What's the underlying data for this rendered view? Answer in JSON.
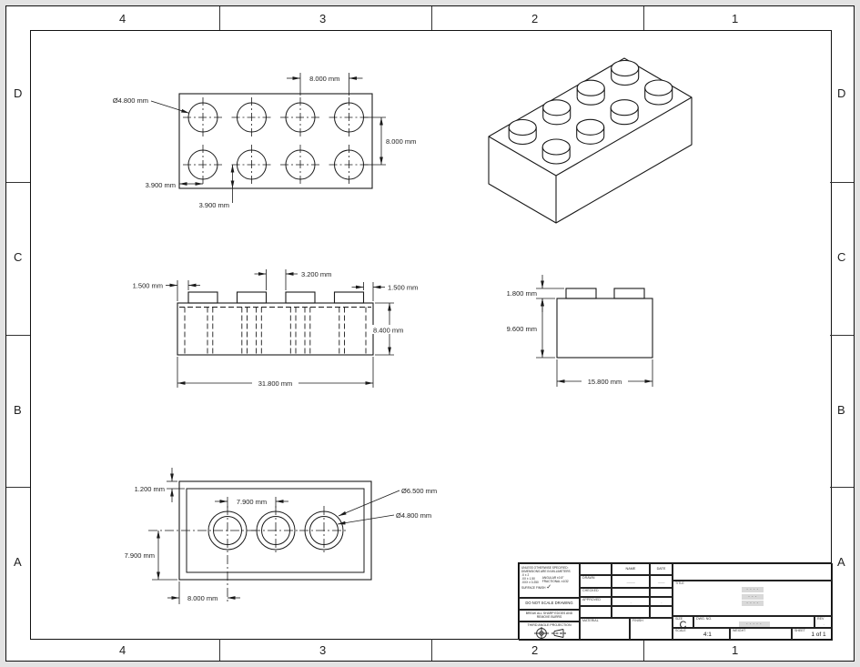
{
  "zones": {
    "cols": [
      "4",
      "3",
      "2",
      "1"
    ],
    "rows": [
      "D",
      "C",
      "B",
      "A"
    ]
  },
  "views": {
    "top": {
      "dims": {
        "stud_dia": "Ø4.800 mm",
        "pitch_x": "8.000 mm",
        "pitch_y": "8.000 mm",
        "edge_x": "3.900 mm",
        "edge_y": "3.900 mm"
      }
    },
    "front": {
      "dims": {
        "stud_offset_left": "1.500 mm",
        "stud_gap": "3.200 mm",
        "stud_offset_right": "1.500 mm",
        "body_height": "8.400 mm",
        "length": "31.800 mm"
      }
    },
    "side": {
      "dims": {
        "stud_height": "1.800 mm",
        "body_height": "9.600 mm",
        "width": "15.800 mm"
      }
    },
    "bottom": {
      "dims": {
        "wall": "1.200 mm",
        "tube_pitch": "7.900 mm",
        "center_offset": "7.900 mm",
        "edge_offset": "8.000 mm",
        "tube_od": "Ø6.500 mm",
        "tube_id": "Ø4.800 mm"
      }
    }
  },
  "title_block": {
    "notes": {
      "line1": "UNLESS OTHERWISE SPECIFIED:",
      "line2": "DIMENSIONS ARE IN MILLIMETERS",
      "tol1": ".X ± 2",
      "tol2": ".XX ± 1.50",
      "tol3": ".XXX ± 0.250",
      "ang1": "ANGULAR ±0.5°",
      "ang2": "FRACTIONAL ±1/32",
      "surface": "SURFACE FINISH",
      "check": "✓"
    },
    "do_not_scale": "DO NOT SCALE DRAWING",
    "break_edges": "BREAK ALL SHARP EDGES AND REMOVE BURRS",
    "projection": "THIRD ANGLE PROJECTION",
    "name_label": "NAME",
    "date_label": "DATE",
    "drawn_label": "DRAWN",
    "checked_label": "CHECKED",
    "approved_label": "APPROVED",
    "drawn_name": "-----------",
    "drawn_date": "---------",
    "approved_name_mark": "-",
    "approved_date_mark": "-",
    "material_label": "MATERIAL",
    "finish_label": "FINISH",
    "title_label": "TITLE",
    "title_redacted_1": "- - - -",
    "title_redacted_2": "- - -",
    "title_redacted_3": "- - - -",
    "size_label": "SIZE",
    "size_value": "C",
    "dwg_label": "DWG. NO.",
    "dwg_redacted": "- - - - -",
    "rev_label": "REV",
    "rev_mark": "-",
    "scale_label": "SCALE",
    "scale_value": "4:1",
    "weight_label": "WEIGHT",
    "sheet_label": "SHEET",
    "sheet_value": "1 of 1"
  },
  "colors": {
    "line": "#1a1a1a",
    "redaction": "#d9d9d9",
    "canvas": "#e3e3e3"
  }
}
